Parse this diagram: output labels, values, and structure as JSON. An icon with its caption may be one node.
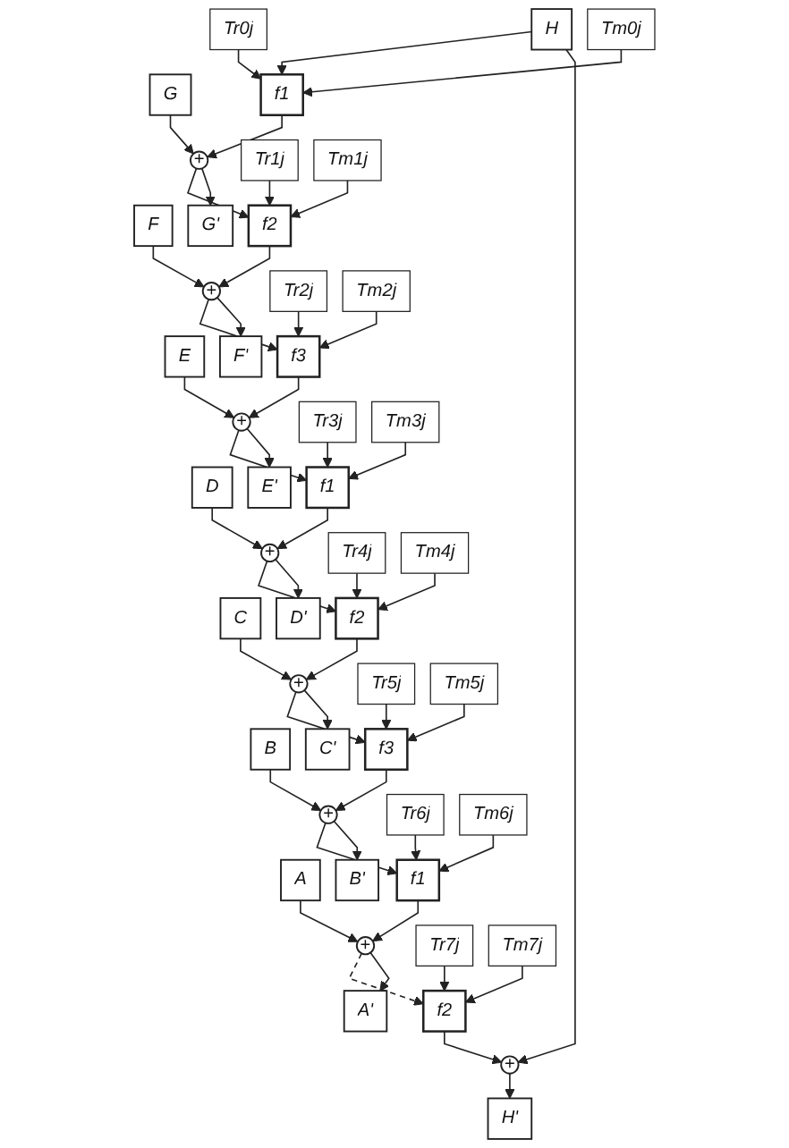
{
  "diagram": {
    "nodes": [
      {
        "text": [
          "A"
        ]
      },
      {
        "text": [
          "B"
        ]
      },
      {
        "text": [
          "C"
        ]
      },
      {
        "text": [
          "D"
        ]
      },
      {
        "text": [
          "E"
        ]
      },
      {
        "text": [
          "F"
        ]
      },
      {
        "text": [
          "G"
        ]
      },
      {
        "text": [
          "H"
        ]
      },
      {
        "text": [
          "Tr0j"
        ]
      },
      {
        "text": [
          "+"
        ]
      },
      {
        "text": [
          "f1"
        ]
      },
      {
        "text": [
          "Tm0j"
        ]
      },
      {
        "text": [
          "Tr1j"
        ]
      },
      {
        "text": [
          "+"
        ]
      },
      {
        "text": [
          "f2"
        ]
      },
      {
        "text": [
          "Tm1j"
        ]
      },
      {
        "text": [
          "Tr2j"
        ]
      },
      {
        "text": [
          "+"
        ]
      },
      {
        "text": [
          "f3"
        ]
      },
      {
        "text": [
          "Tm2j"
        ]
      },
      {
        "text": [
          "Tr3j"
        ]
      },
      {
        "text": [
          "+"
        ]
      },
      {
        "text": [
          "f1"
        ]
      },
      {
        "text": [
          "Tm3j"
        ]
      },
      {
        "text": [
          "Tr4j"
        ]
      },
      {
        "text": [
          "+"
        ]
      },
      {
        "text": [
          "f2"
        ]
      },
      {
        "text": [
          "Tm4j"
        ]
      },
      {
        "text": [
          "Tr5j"
        ]
      },
      {
        "text": [
          "+"
        ]
      },
      {
        "text": [
          "f3"
        ]
      },
      {
        "text": [
          "Tm5j"
        ]
      },
      {
        "text": [
          "Tr6j"
        ]
      },
      {
        "text": [
          "+"
        ]
      },
      {
        "text": [
          "f1"
        ]
      },
      {
        "text": [
          "Tm6j"
        ]
      },
      {
        "text": [
          "Tr7j"
        ]
      },
      {
        "text": [
          "f2"
        ]
      },
      {
        "text": [
          "+"
        ]
      },
      {
        "text": [
          "Tm7j"
        ]
      },
      {
        "text": [
          "A'"
        ]
      },
      {
        "text": [
          "B'"
        ]
      },
      {
        "text": [
          "C'"
        ]
      },
      {
        "text": [
          "D'"
        ]
      },
      {
        "text": [
          "E'"
        ]
      },
      {
        "text": [
          "F'"
        ]
      },
      {
        "text": [
          "G'"
        ]
      },
      {
        "text": [
          "H'"
        ]
      }
    ],
    "edges": [
      {
        "from": 7,
        "to": 10,
        "arrow": "to"
      },
      {
        "from": 8,
        "to": 10,
        "arrow": "to"
      },
      {
        "from": 11,
        "to": 10,
        "arrow": "to"
      },
      {
        "from": 10,
        "to": 9,
        "arrow": "to"
      },
      {
        "from": 6,
        "to": 9,
        "arrow": "to"
      },
      {
        "from": 9,
        "to": 14,
        "arrow": "to"
      },
      {
        "from": 12,
        "to": 14,
        "arrow": "to"
      },
      {
        "from": 15,
        "to": 14,
        "arrow": "to"
      },
      {
        "from": 14,
        "to": 13,
        "arrow": "to"
      },
      {
        "from": 5,
        "to": 13,
        "arrow": "to"
      },
      {
        "from": 13,
        "to": 18,
        "arrow": "to"
      },
      {
        "from": 16,
        "to": 18,
        "arrow": "to"
      },
      {
        "from": 19,
        "to": 18,
        "arrow": "to"
      },
      {
        "from": 18,
        "to": 17,
        "arrow": "to"
      },
      {
        "from": 4,
        "to": 17,
        "arrow": "to"
      },
      {
        "from": 17,
        "to": 22,
        "arrow": "to"
      },
      {
        "from": 20,
        "to": 22,
        "arrow": "to"
      },
      {
        "from": 23,
        "to": 22,
        "arrow": "to"
      },
      {
        "from": 22,
        "to": 21,
        "arrow": "to"
      },
      {
        "from": 3,
        "to": 21,
        "arrow": "to"
      },
      {
        "from": 21,
        "to": 26,
        "arrow": "to"
      },
      {
        "from": 24,
        "to": 26,
        "arrow": "to"
      },
      {
        "from": 27,
        "to": 26,
        "arrow": "to"
      },
      {
        "from": 26,
        "to": 25,
        "arrow": "to"
      },
      {
        "from": 2,
        "to": 25,
        "arrow": "to"
      },
      {
        "from": 25,
        "to": 30,
        "arrow": "to"
      },
      {
        "from": 28,
        "to": 30,
        "arrow": "to"
      },
      {
        "from": 31,
        "to": 30,
        "arrow": "to"
      },
      {
        "from": 30,
        "to": 29,
        "arrow": "to"
      },
      {
        "from": 1,
        "to": 29,
        "arrow": "to"
      },
      {
        "from": 29,
        "to": 34,
        "arrow": "to"
      },
      {
        "from": 32,
        "to": 34,
        "arrow": "to"
      },
      {
        "from": 35,
        "to": 34,
        "arrow": "to"
      },
      {
        "from": 34,
        "to": 33,
        "arrow": "to"
      },
      {
        "from": 0,
        "to": 33,
        "arrow": "to"
      },
      {
        "from": 33,
        "to": 37,
        "arrow": "to",
        "style": "dashed"
      },
      {
        "from": 36,
        "to": 37,
        "arrow": "to"
      },
      {
        "from": 39,
        "to": 37,
        "arrow": "to"
      },
      {
        "from": 37,
        "to": 38,
        "arrow": "to"
      },
      {
        "from": 7,
        "to": 38,
        "arrow": "to"
      },
      {
        "from": 33,
        "to": 40,
        "arrow": "to"
      },
      {
        "from": 29,
        "to": 41,
        "arrow": "to"
      },
      {
        "from": 25,
        "to": 42,
        "arrow": "to"
      },
      {
        "from": 21,
        "to": 43,
        "arrow": "to"
      },
      {
        "from": 17,
        "to": 44,
        "arrow": "to"
      },
      {
        "from": 13,
        "to": 45,
        "arrow": "to"
      },
      {
        "from": 9,
        "to": 46,
        "arrow": "to"
      },
      {
        "from": 38,
        "to": 47,
        "arrow": "to"
      }
    ]
  }
}
